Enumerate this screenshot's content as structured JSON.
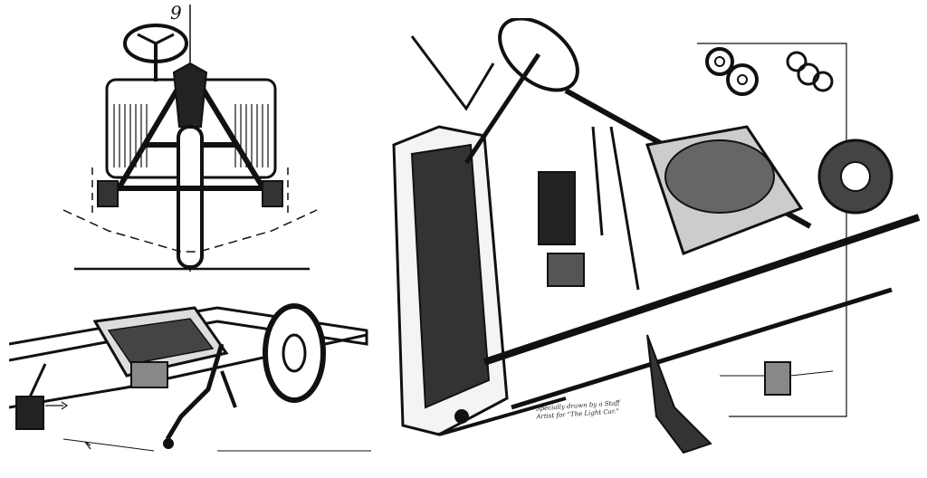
{
  "figure": {
    "front_view_label": "9",
    "caption_line1": "Specially drawn by a Staff",
    "caption_line2": "Artist for \"The Light Car.\""
  }
}
